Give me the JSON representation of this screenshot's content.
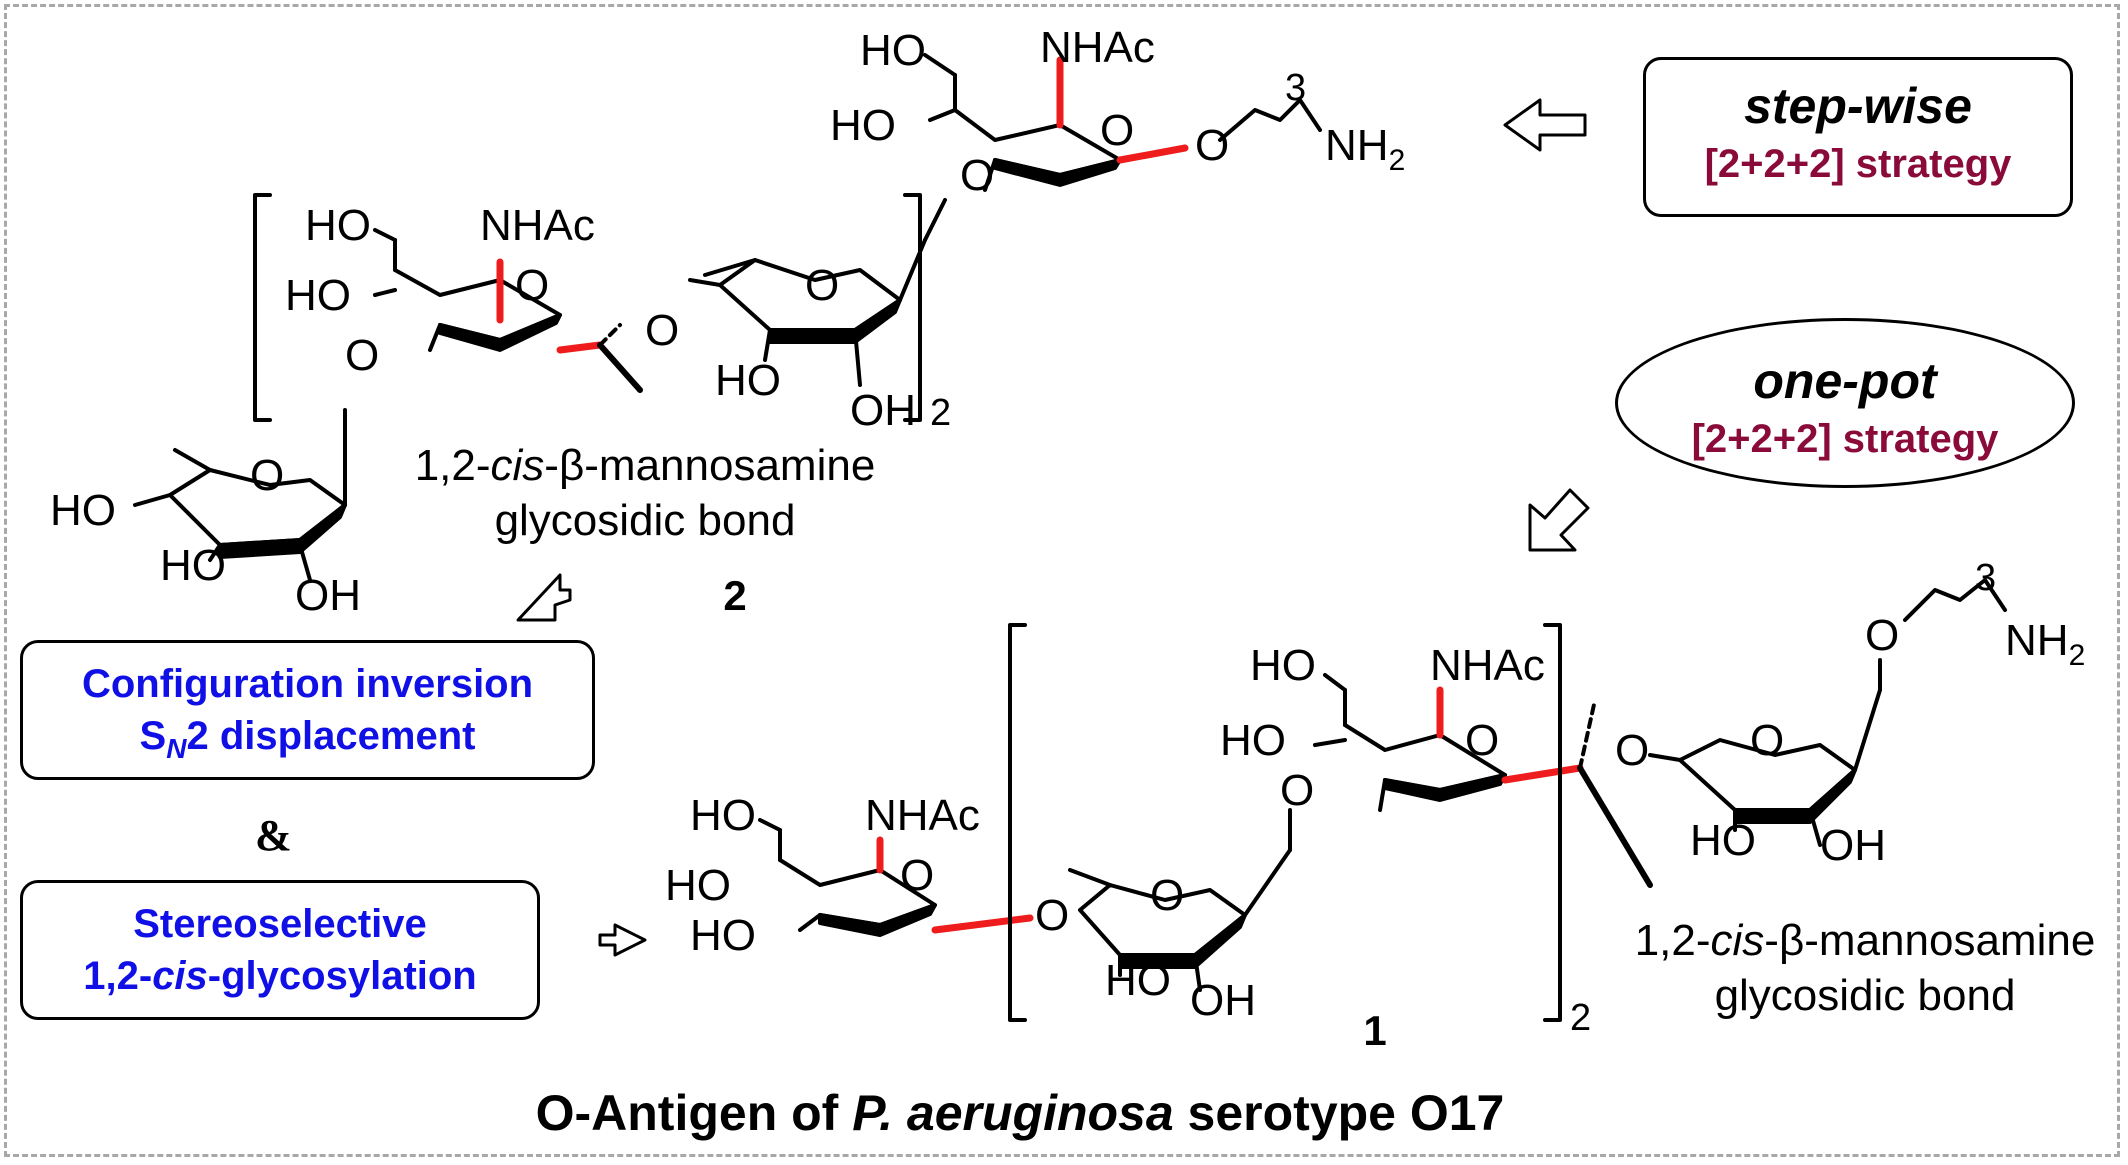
{
  "strategies": {
    "stepwise": {
      "title": "step-wise",
      "subtitle": "[2+2+2] strategy"
    },
    "onepot": {
      "title": "one-pot",
      "subtitle": "[2+2+2] strategy"
    }
  },
  "method_boxes": {
    "configuration": {
      "line1": "Configuration inversion",
      "line2_main": "S",
      "line2_sub": "N",
      "line2_rest": "2 displacement"
    },
    "ampersand": "&",
    "stereoselective": {
      "line1": "Stereoselective",
      "line2_prefix": "1,2-",
      "line2_italic": "cis",
      "line2_suffix": "-glycosylation"
    }
  },
  "compound_2": {
    "number": "2",
    "bond_label_line1_prefix": "1,2-",
    "bond_label_line1_italic": "cis",
    "bond_label_line1_suffix": "-β-mannosamine",
    "bond_label_line2": "glycosidic bond",
    "repeat_subscript": "2"
  },
  "compound_1": {
    "number": "1",
    "bond_label_line1_prefix": "1,2-",
    "bond_label_line1_italic": "cis",
    "bond_label_line1_suffix": "-β-mannosamine",
    "bond_label_line2": "glycosidic bond",
    "repeat_subscript": "2"
  },
  "groups": {
    "ho": "HO",
    "oh": "OH",
    "o": "O",
    "nhac": "NHAc",
    "nh2_main": "NH",
    "nh2_sub": "2",
    "linker_n": "3"
  },
  "caption": {
    "prefix": "O-Antigen of ",
    "italic": "P. aeruginosa",
    "suffix": " serotype O17"
  },
  "colors": {
    "highlight_bond": "#ee1c1c",
    "method_text": "#1010e6",
    "strategy_sub": "#8a0a3a",
    "frame": "#a8a8a8"
  }
}
